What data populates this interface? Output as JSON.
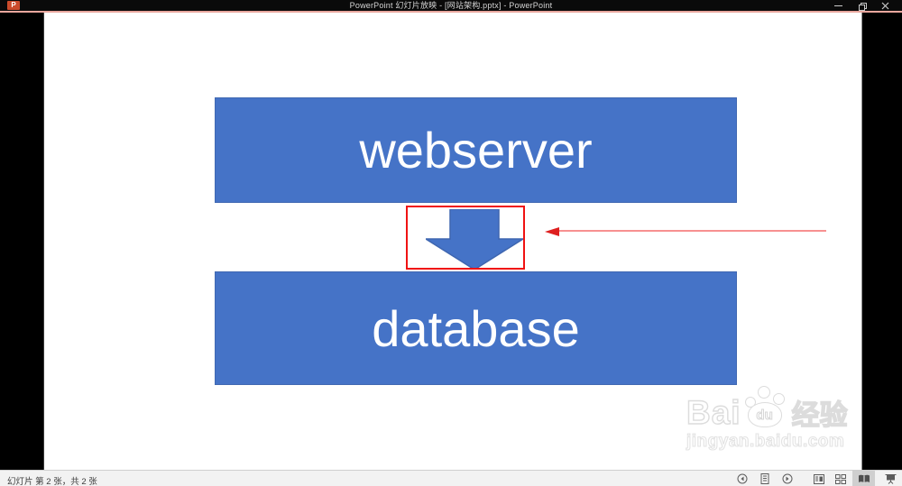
{
  "titlebar": {
    "title": "PowerPoint 幻灯片放映 - [网站架构.pptx] - PowerPoint",
    "app_icon_letter": "P",
    "window_controls": [
      "minimize-button",
      "restore-button",
      "close-button"
    ]
  },
  "slide": {
    "boxes": [
      {
        "label": "webserver"
      },
      {
        "label": "database"
      }
    ],
    "box_color": "#4573c7",
    "box_text_color": "#ffffff",
    "arrow_shape": "down-arrow",
    "arrow_color": "#4573c7"
  },
  "annotations": {
    "highlight_rectangle_color": "#f01212",
    "pointer_arrow_line_color": "#f79191",
    "pointer_arrow_head_color": "#de1f1f",
    "pointer_direction": "left"
  },
  "watermark": {
    "bai": "Bai",
    "du": "du",
    "cn": "经验",
    "url": "jingyan.baidu.com",
    "paw_icon": "baidu-paw-icon"
  },
  "statusbar": {
    "slide_position": "幻灯片 第 2 张，共 2 张",
    "icons": [
      "previous-slide-icon",
      "slide-menu-icon",
      "next-slide-icon",
      "normal-view-icon",
      "slide-sorter-view-icon",
      "reading-view-icon",
      "slideshow-view-icon"
    ],
    "active_view": "reading-view"
  }
}
